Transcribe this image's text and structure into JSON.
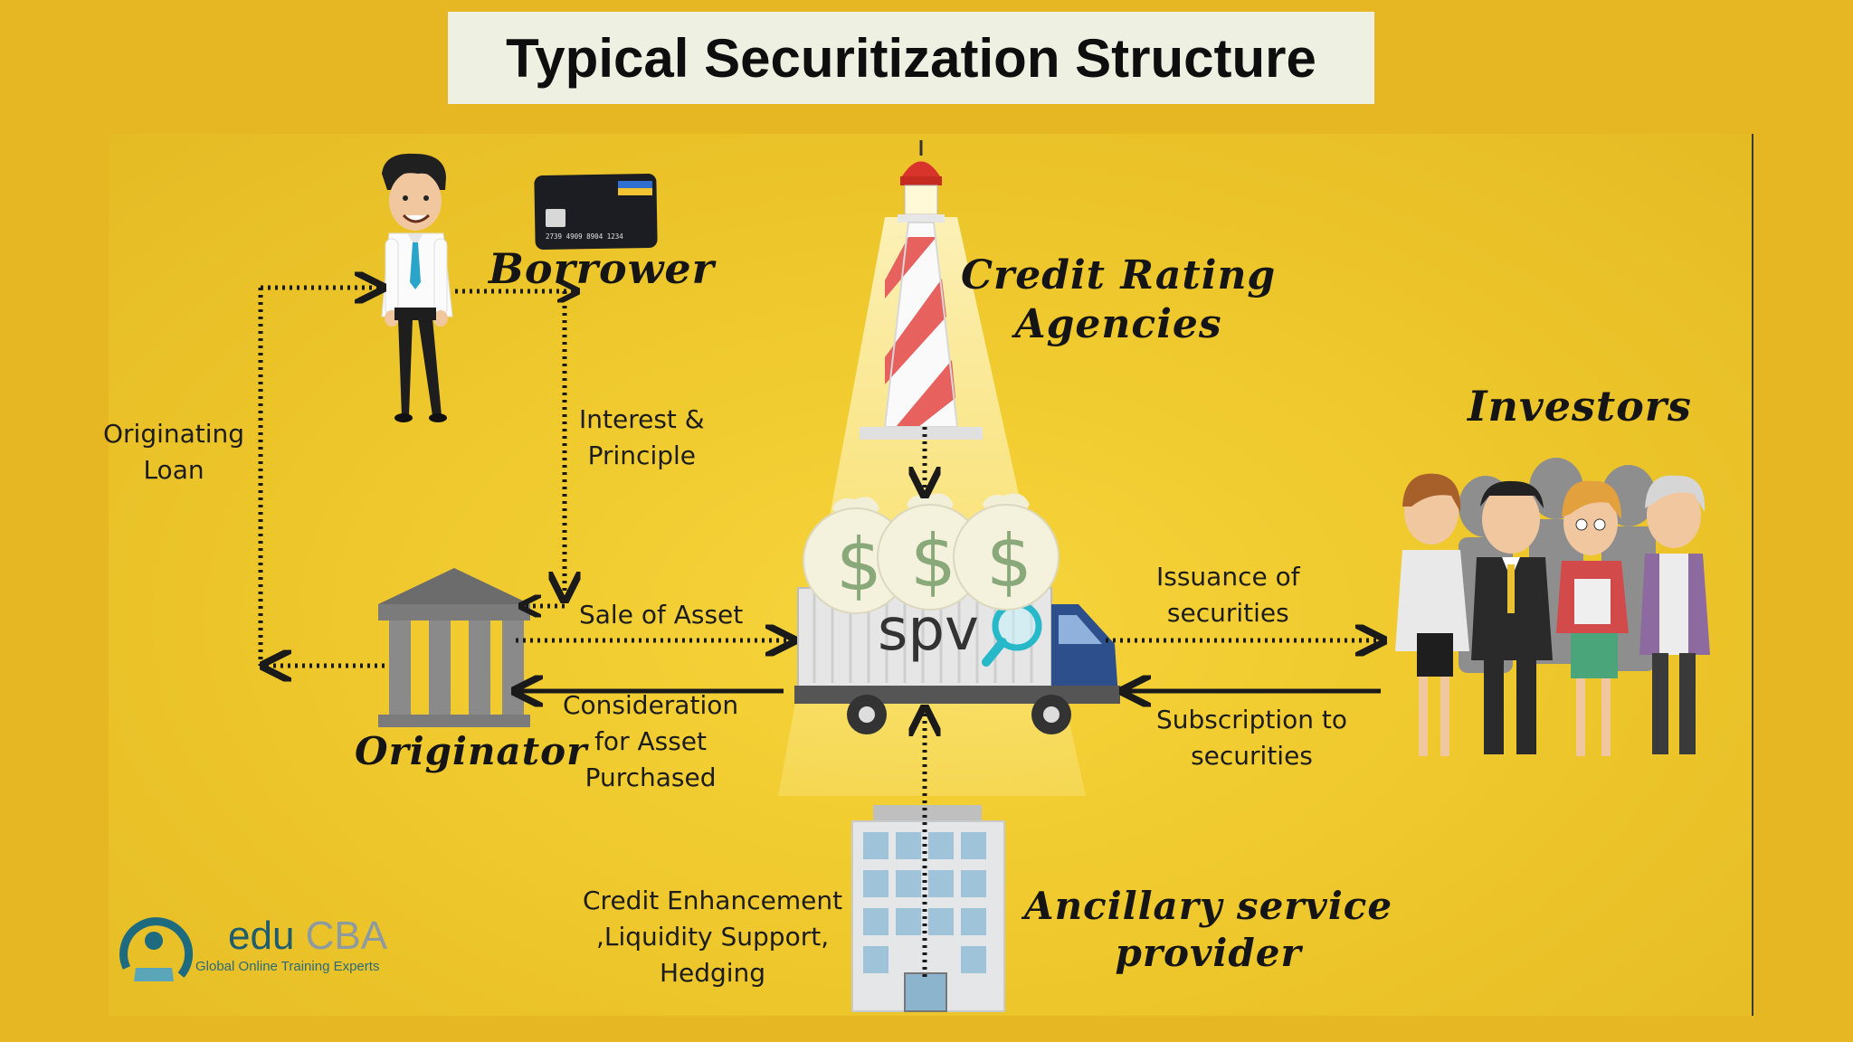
{
  "title": "Typical Securitization Structure",
  "entities": {
    "borrower": "Borrower",
    "originator": "Originator",
    "credit_rating": [
      "Credit Rating",
      "Agencies"
    ],
    "investors": "Investors",
    "ancillary": [
      "Ancillary service",
      "provider"
    ],
    "spv": "spv"
  },
  "flows": {
    "originating_loan": [
      "Originating",
      "Loan"
    ],
    "interest_principle": [
      "Interest &",
      "Principle"
    ],
    "sale_of_asset": "Sale of Asset",
    "consideration": [
      "Consideration",
      "for Asset",
      "Purchased"
    ],
    "issuance": [
      "Issuance of",
      "securities"
    ],
    "subscription": [
      "Subscription to",
      "securities"
    ],
    "credit_enhancement": [
      "Credit Enhancement",
      ",Liquidity Support,",
      "Hedging"
    ]
  },
  "card_number": "2739 4909 8904 1234",
  "logo": {
    "edu": "edu",
    "cba": "CBA",
    "tagline": "Global Online Training Experts"
  },
  "colors": {
    "background": "#e6b722",
    "title_box": "#eef1e2",
    "arrow": "#1a1a1a"
  },
  "icons": [
    "borrower-person-icon",
    "credit-card-icon",
    "bank-building-icon",
    "lighthouse-icon",
    "spv-truck-icon",
    "money-bag-icon",
    "magnifier-icon",
    "investors-group-icon",
    "office-building-icon",
    "educba-logo-icon"
  ]
}
